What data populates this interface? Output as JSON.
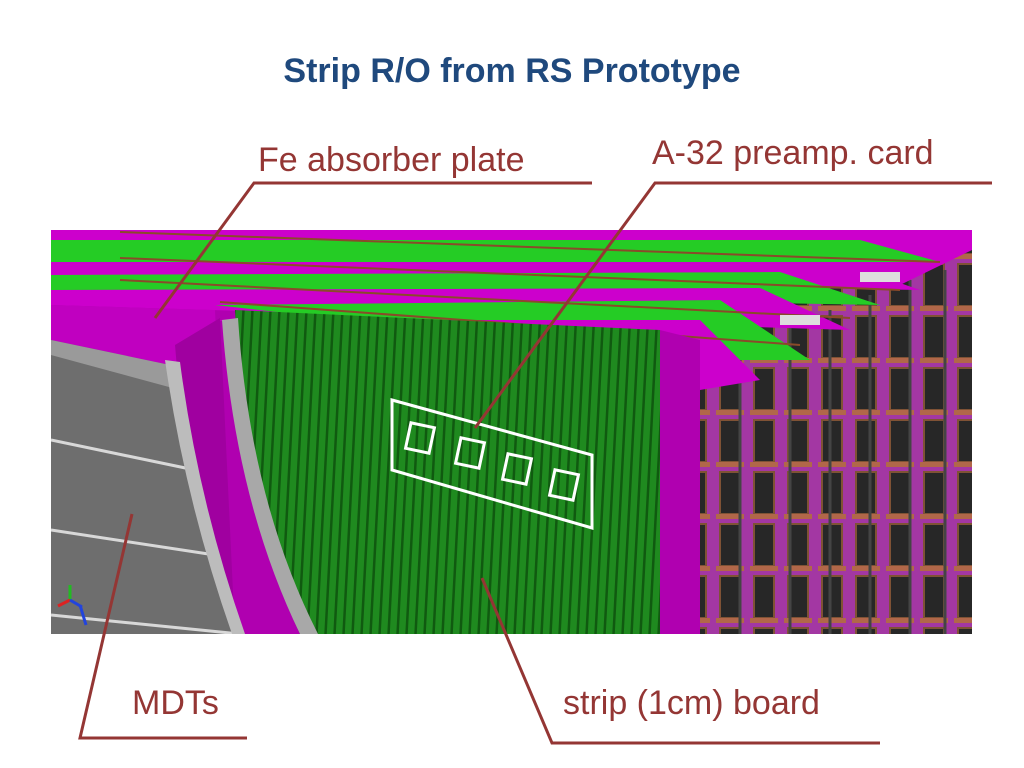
{
  "slide": {
    "title": "Strip R/O from RS Prototype"
  },
  "labels": {
    "fe_absorber": "Fe absorber plate",
    "a32_card": "A-32 preamp. card",
    "mdts": "MDTs",
    "strip_board": "strip (1cm) board"
  },
  "colors": {
    "title": "#1f497d",
    "label": "#943634",
    "leader_line": "#943634",
    "absorber_magenta": "#cc00cc",
    "strip_green": "#1d8f1d",
    "layer_green": "#22cc22",
    "mdt_gray": "#6e6e6e",
    "card_dark": "#2b2b2b"
  },
  "icons": [
    "xyz-axes-icon"
  ]
}
